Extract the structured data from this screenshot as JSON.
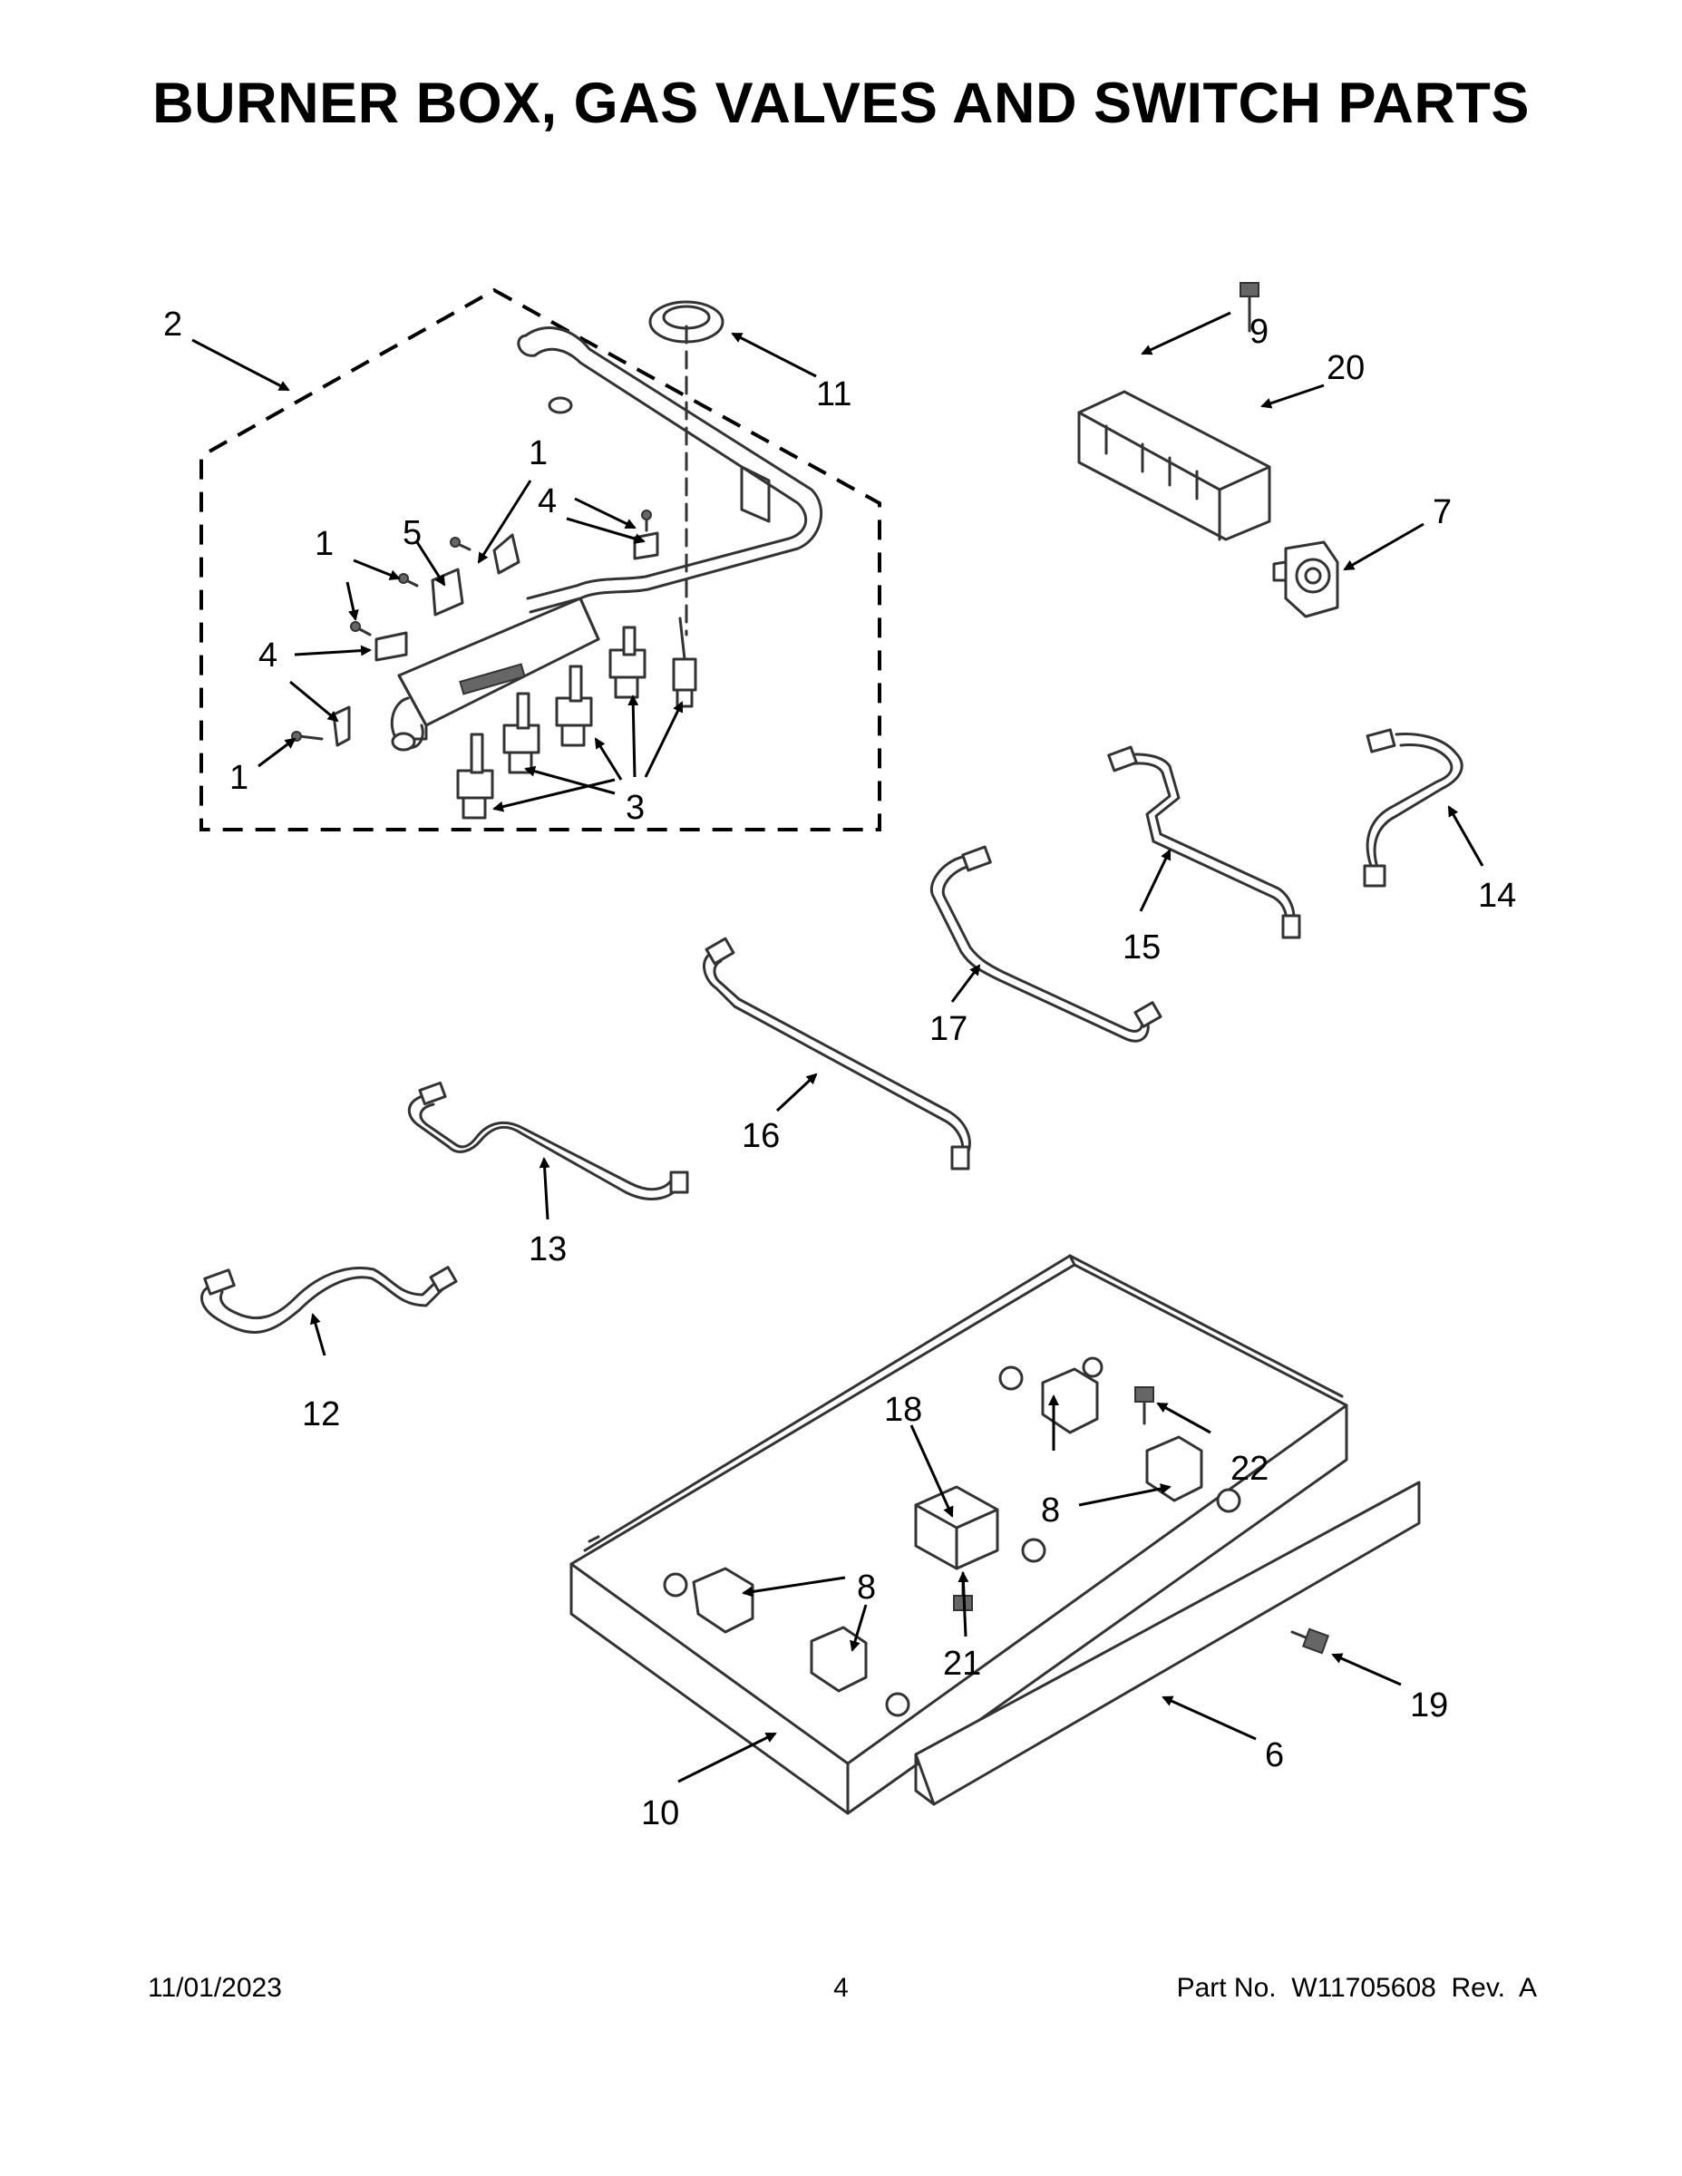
{
  "title": "BURNER BOX, GAS VALVES AND SWITCH PARTS",
  "callouts": {
    "c1a": "1",
    "c1b": "1",
    "c1c": "1",
    "c2": "2",
    "c3": "3",
    "c4a": "4",
    "c4b": "4",
    "c5": "5",
    "c6": "6",
    "c7": "7",
    "c8a": "8",
    "c8b": "8",
    "c9": "9",
    "c10": "10",
    "c11": "11",
    "c12": "12",
    "c13": "13",
    "c14": "14",
    "c15": "15",
    "c16": "16",
    "c17": "17",
    "c18": "18",
    "c19": "19",
    "c20": "20",
    "c21": "21",
    "c22": "22"
  },
  "footer": {
    "date": "11/01/2023",
    "page": "4",
    "part": "Part No.  W11705608  Rev.  A"
  }
}
